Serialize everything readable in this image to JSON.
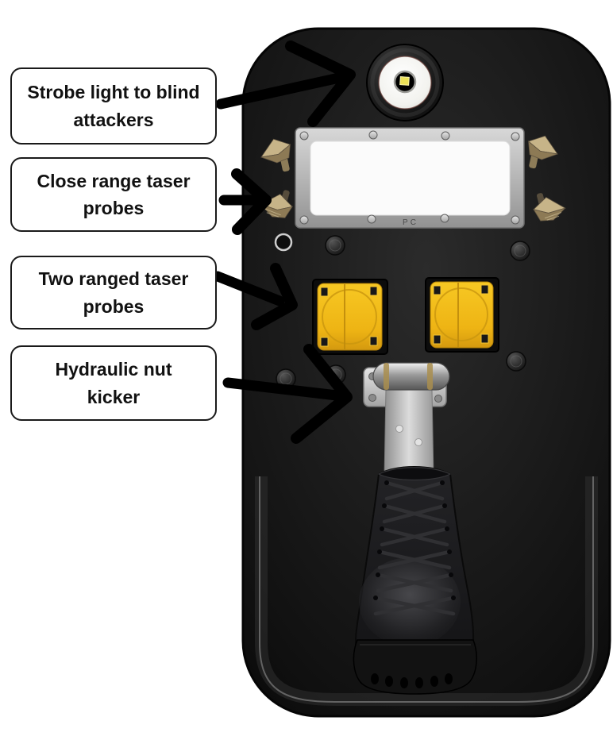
{
  "labels": [
    {
      "text": "Strobe light to blind\nattackers"
    },
    {
      "text": "Close range taser\nprobes"
    },
    {
      "text": "Two ranged taser\nprobes"
    },
    {
      "text": "Hydraulic nut\nkicker"
    }
  ],
  "shield": {
    "window_marking": "PC"
  },
  "colors": {
    "background": "#ffffff",
    "shield_black": "#1b1b1b",
    "cartridge_yellow": "#f2bb16",
    "steel": "#c4c4c4",
    "brass": "#a08a5e",
    "arrow": "#000000",
    "label_border": "#1a1a1a"
  }
}
